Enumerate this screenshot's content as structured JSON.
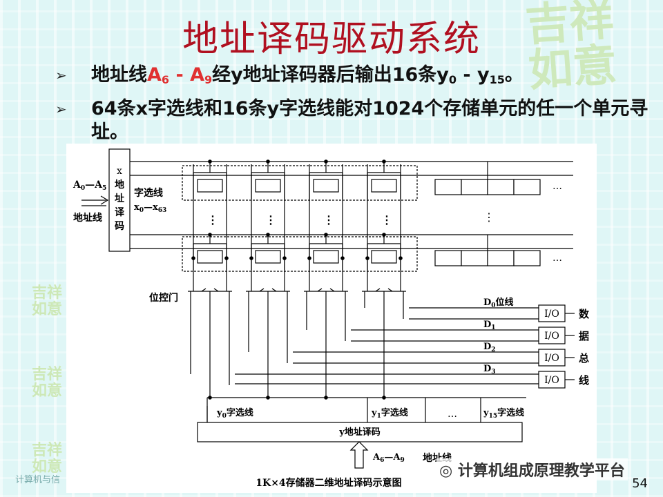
{
  "slide": {
    "title": "地址译码驱动系统",
    "page_number": "54",
    "footer_left": "计算机与信",
    "footer_brand": "计算机组成原理教学平台",
    "watermark_text": "吉祥如意",
    "accent_color": "#b01020",
    "highlight_color": "#e03030"
  },
  "bullets": [
    {
      "arrow": "➢",
      "pre": "地址线",
      "hl_a": "A",
      "hl_a_sub": "6",
      "hl_dash": " - ",
      "hl_b": "A",
      "hl_b_sub": "9",
      "mid": "经y地址译码器后输出16条y",
      "sub0": "0",
      "dash": " - y",
      "sub15": "15",
      "end": "。"
    },
    {
      "arrow": "➢",
      "text": "64条x字选线和16条y字选线能对1024个存储单元的任一个单元寻址。"
    }
  ],
  "diagram": {
    "x_decoder_label": "x地址译码",
    "addr_in_label_a": "A",
    "addr_in_label_sub0": "0",
    "addr_in_label_dash": "—A",
    "addr_in_label_sub5": "5",
    "addr_line_label": "地址线",
    "word_line_label": "字选线",
    "word_line_range_x": "x",
    "word_line_range_sub0": "0",
    "word_line_range_dash": "—x",
    "word_line_range_sub63": "63",
    "gate_label": "位控门",
    "bit_lines": [
      {
        "name": "D",
        "sub": "0",
        "suffix": "位线"
      },
      {
        "name": "D",
        "sub": "1",
        "suffix": ""
      },
      {
        "name": "D",
        "sub": "2",
        "suffix": ""
      },
      {
        "name": "D",
        "sub": "3",
        "suffix": ""
      }
    ],
    "io_label": "I/O",
    "data_bus_chars": [
      "数",
      "据",
      "总",
      "线"
    ],
    "y_lines": [
      {
        "name": "y",
        "sub": "0",
        "suffix": "字选线"
      },
      {
        "name": "y",
        "sub": "1",
        "suffix": "字选线"
      },
      {
        "name": "y",
        "sub": "15",
        "suffix": "字选线"
      }
    ],
    "y_dots": "…",
    "y_decoder_label": "y地址译码",
    "y_addr_a": "A",
    "y_addr_sub6": "6",
    "y_addr_dash": "—A",
    "y_addr_sub9": "9",
    "y_addr_line_label": "地址线",
    "caption": "1K×4存储器二维地址译码示意图",
    "dots": "…",
    "vdots": "⋮"
  }
}
